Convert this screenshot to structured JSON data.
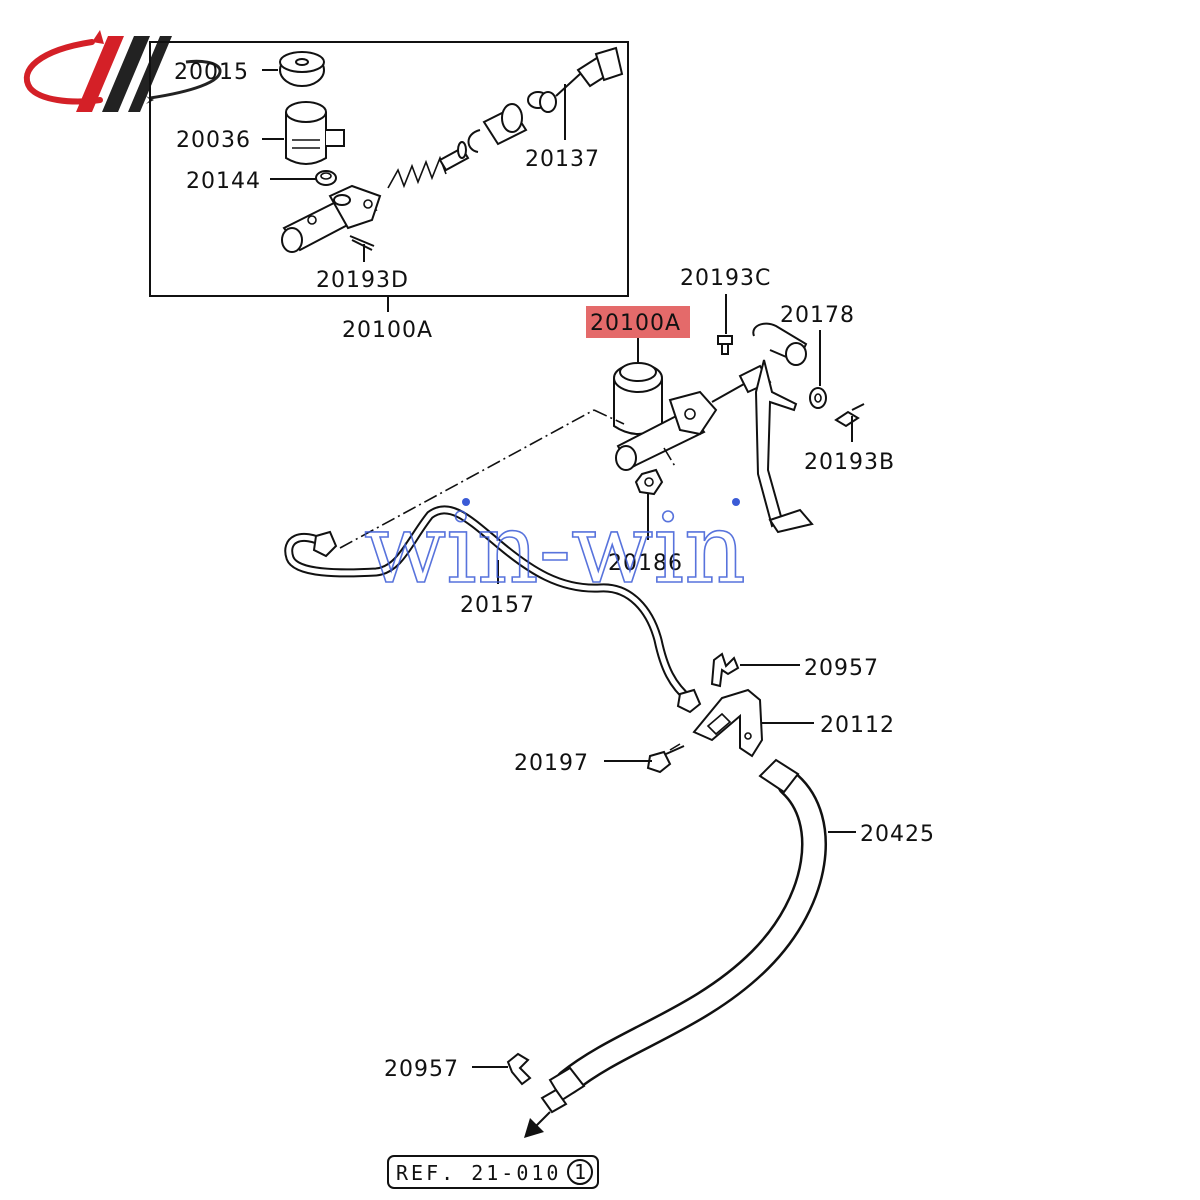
{
  "brand": {
    "logo_icon": "double-slash-swoosh-logo",
    "logo_colors": {
      "primary": "#d42027",
      "secondary": "#222222"
    }
  },
  "watermark": {
    "text": "win-win",
    "color": "#3b5bd6"
  },
  "highlight": {
    "color": "#e46a6a",
    "part_number": "20100A"
  },
  "parts": {
    "p20015": "20015",
    "p20036": "20036",
    "p20144": "20144",
    "p20137": "20137",
    "p20193D": "20193D",
    "p20100A_inset": "20100A",
    "p20193C": "20193C",
    "p20178": "20178",
    "p20193B": "20193B",
    "p20186": "20186",
    "p20157": "20157",
    "p20957_top": "20957",
    "p20112": "20112",
    "p20197": "20197",
    "p20425": "20425",
    "p20957_bottom": "20957"
  },
  "reference": {
    "text": "REF. 21-010",
    "circle_number": "1"
  }
}
